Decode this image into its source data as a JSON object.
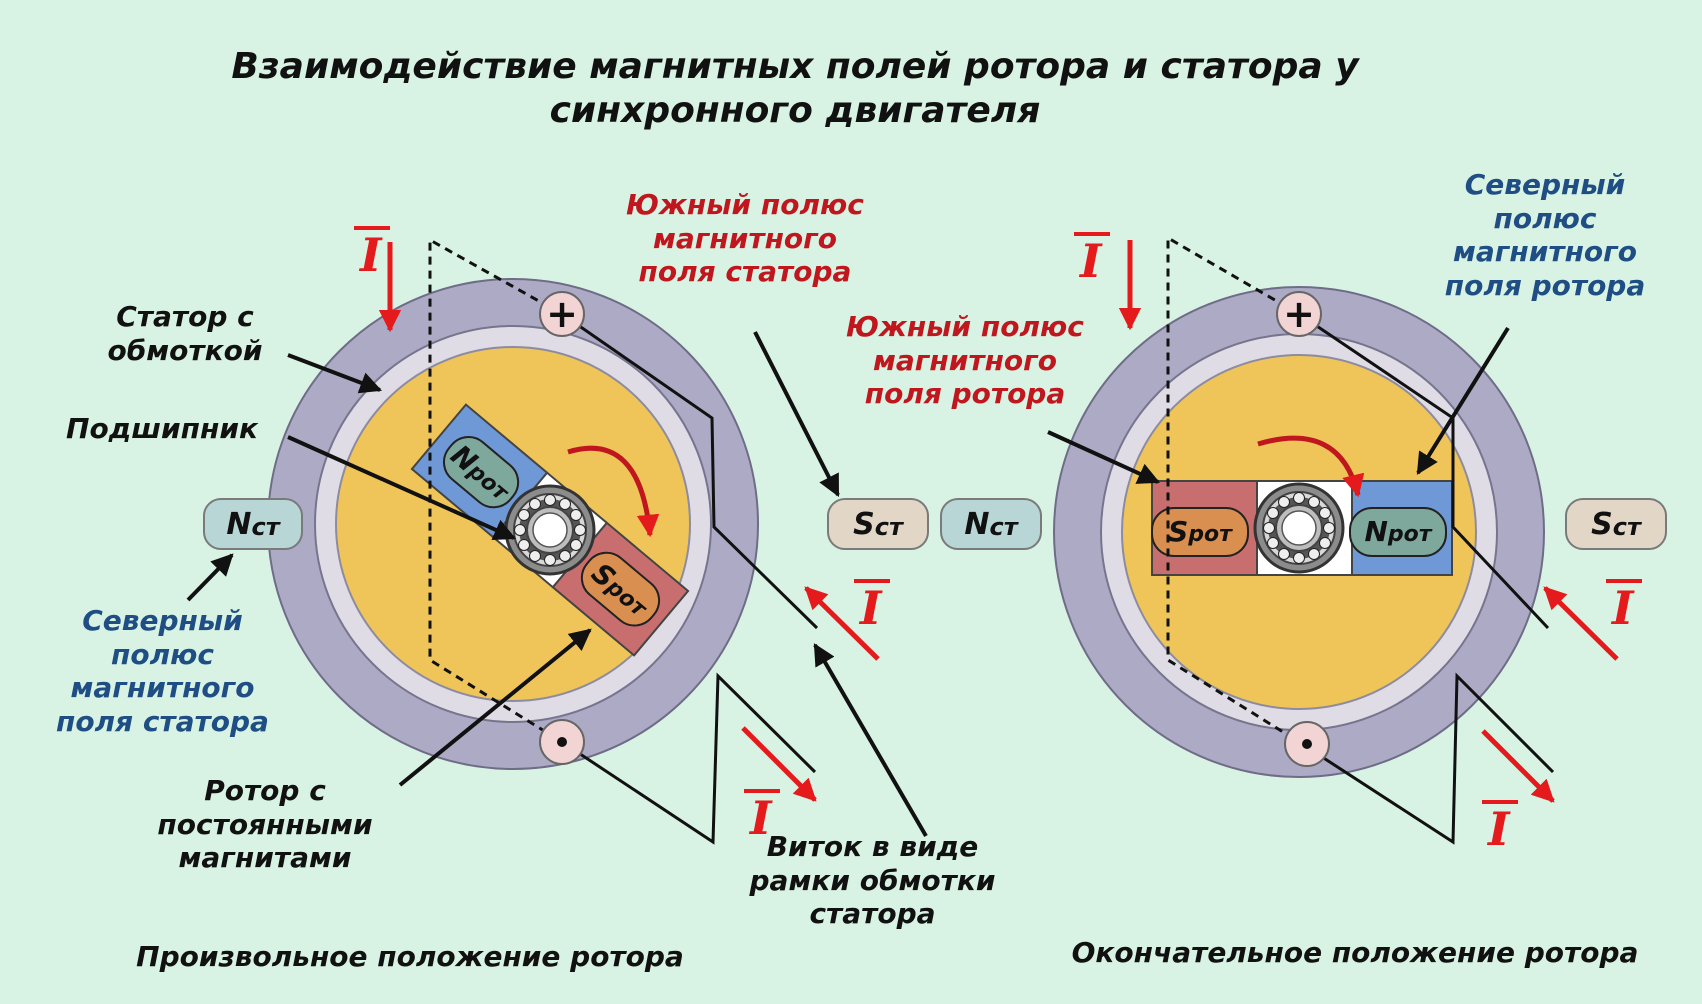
{
  "title": {
    "line1": "Взаимодействие магнитных полей ротора и статора у",
    "line2": "синхронного двигателя"
  },
  "labels": {
    "stator_winding": [
      "Статор с",
      "обмоткой"
    ],
    "bearing": "Подшипник",
    "stator_north_pole": [
      "Северный",
      "полюс",
      "магнитного",
      "поля статора"
    ],
    "rotor_magnets": [
      "Ротор с",
      "постоянными",
      "магнитами"
    ],
    "stator_south_pole": [
      "Южный полюс",
      "магнитного",
      "поля статора"
    ],
    "rotor_south_pole": [
      "Южный полюс",
      "магнитного",
      "поля ротора"
    ],
    "rotor_north_pole": [
      "Северный",
      "полюс",
      "магнитного",
      "поля ротора"
    ],
    "coil_turn": [
      "Виток в виде",
      "рамки обмотки",
      "статора"
    ]
  },
  "captions": {
    "left": "Произвольное положение ротора",
    "right": "Окончательное положение ротора"
  },
  "poles": {
    "n_stator": "N",
    "s_stator": "S",
    "stator_sub": "ст",
    "n_rotor": "N",
    "s_rotor": "S",
    "rotor_sub": "рот"
  },
  "symbols": {
    "current": "I",
    "plus": "+"
  },
  "colors": {
    "background": "#d8f2e3",
    "stator_ring": "#adaac5",
    "air_gap": "#dfdce6",
    "rotor": "#efc55a",
    "magnet_north": "#6f98d6",
    "magnet_south": "#c96e6e",
    "pole_north": "#b7d6d5",
    "pole_south": "#e2d6c7",
    "arrow_red": "#e41a1c",
    "text_red": "#c0161e",
    "text_blue": "#1f4e85"
  }
}
